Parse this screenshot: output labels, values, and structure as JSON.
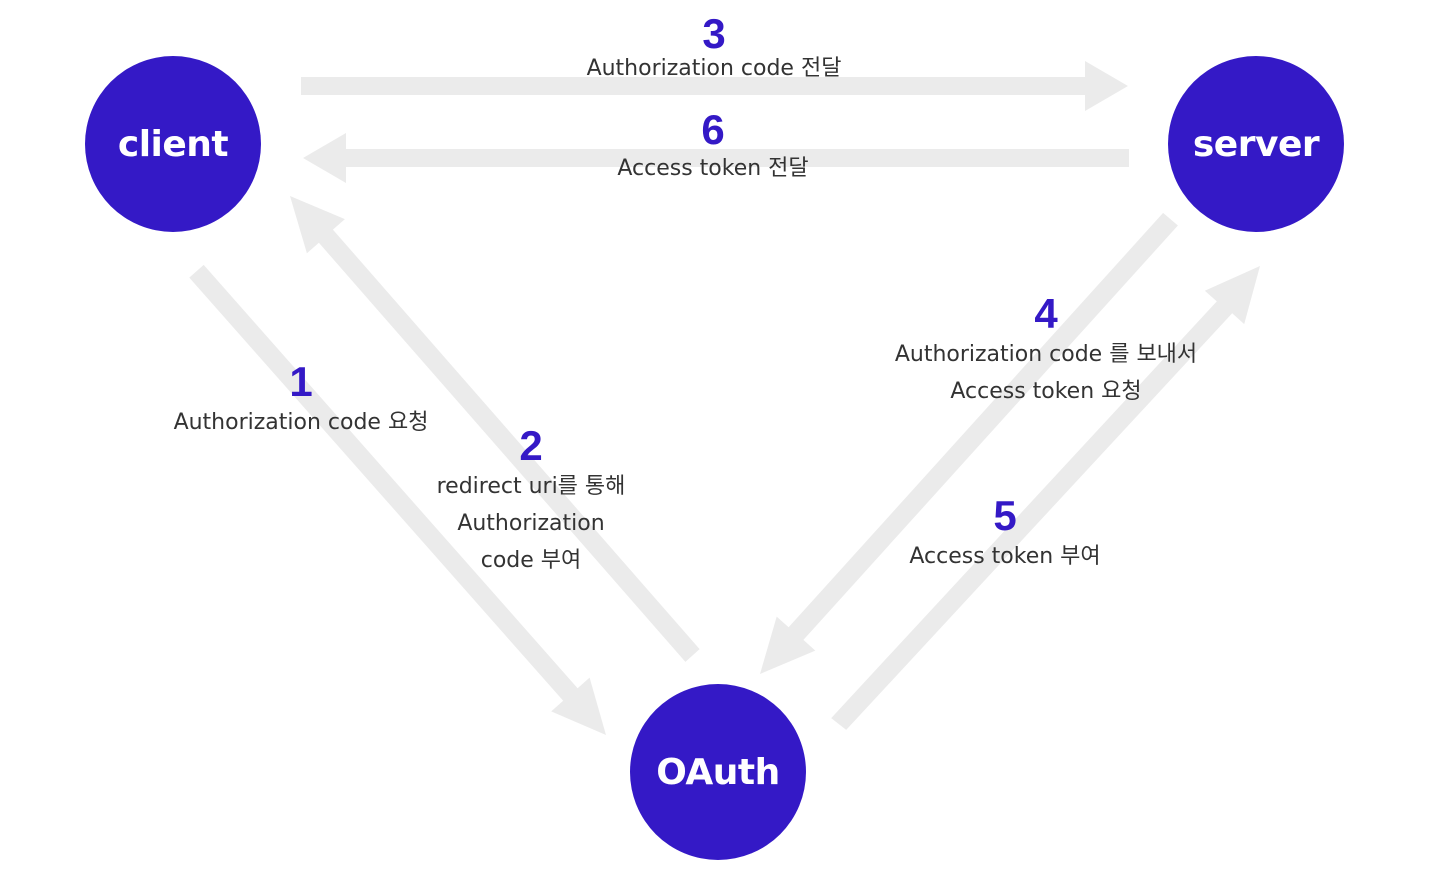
{
  "nodes": {
    "client": "client",
    "server": "server",
    "oauth": "OAuth"
  },
  "steps": [
    {
      "number": "1",
      "lines": [
        "Authorization code 요청"
      ]
    },
    {
      "number": "2",
      "lines": [
        "redirect uri를 통해",
        "Authorization",
        "code 부여"
      ]
    },
    {
      "number": "3",
      "lines": [
        "Authorization code 전달"
      ]
    },
    {
      "number": "4",
      "lines": [
        "Authorization code 를 보내서",
        "Access token 요청"
      ]
    },
    {
      "number": "5",
      "lines": [
        "Access token 부여"
      ]
    },
    {
      "number": "6",
      "lines": [
        "Access token 전달"
      ]
    }
  ],
  "colors": {
    "node_fill": "#3419c6",
    "node_text": "#ffffff",
    "step_number": "#3419c6",
    "arrow": "#ebebeb",
    "label_text": "#333333"
  }
}
